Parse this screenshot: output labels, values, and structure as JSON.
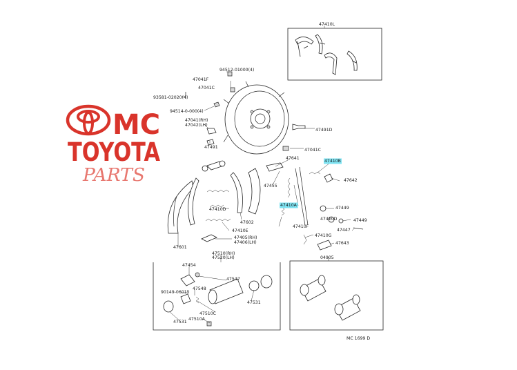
{
  "watermark": {
    "brand_initials": "MC",
    "brand_name": "TOYOTA",
    "tagline": "PARTS",
    "logo_color": "#d9342b",
    "tagline_color": "#e8776f"
  },
  "highlight_color": "#7fe3f2",
  "diagram_code": "MC 1699 D",
  "parts": [
    {
      "id": "p-47410l",
      "text": "47410L",
      "hl": false
    },
    {
      "id": "p-94512",
      "text": "94512-01000(4)",
      "hl": false
    },
    {
      "id": "p-47041f",
      "text": "47041F",
      "hl": false
    },
    {
      "id": "p-47041c-a",
      "text": "47041C",
      "hl": false
    },
    {
      "id": "p-93581",
      "text": "93581-02020(4)",
      "hl": false
    },
    {
      "id": "p-94514",
      "text": "94514-0-000(4)",
      "hl": false
    },
    {
      "id": "p-47041rh",
      "text": "47041(RH)",
      "hl": false
    },
    {
      "id": "p-47042lh",
      "text": "47042(LH)",
      "hl": false
    },
    {
      "id": "p-47491",
      "text": "47491",
      "hl": false
    },
    {
      "id": "p-47491d",
      "text": "47491D",
      "hl": false
    },
    {
      "id": "p-47041c-b",
      "text": "47041C",
      "hl": false
    },
    {
      "id": "p-47641",
      "text": "47641",
      "hl": false
    },
    {
      "id": "p-47410b",
      "text": "47410B",
      "hl": true
    },
    {
      "id": "p-47642",
      "text": "47642",
      "hl": false
    },
    {
      "id": "p-47455",
      "text": "47455",
      "hl": false
    },
    {
      "id": "p-47410a",
      "text": "47410A",
      "hl": true
    },
    {
      "id": "p-47449-a",
      "text": "47449",
      "hl": false
    },
    {
      "id": "p-47410d-r",
      "text": "47410D",
      "hl": false
    },
    {
      "id": "p-47449-b",
      "text": "47449",
      "hl": false
    },
    {
      "id": "p-47410f",
      "text": "47410F",
      "hl": false
    },
    {
      "id": "p-47447",
      "text": "47447",
      "hl": false
    },
    {
      "id": "p-47410g",
      "text": "47410G",
      "hl": false
    },
    {
      "id": "p-47643",
      "text": "47643",
      "hl": false
    },
    {
      "id": "p-47410d-l",
      "text": "47410D",
      "hl": false
    },
    {
      "id": "p-47602",
      "text": "47602",
      "hl": false
    },
    {
      "id": "p-47410e",
      "text": "47410E",
      "hl": false
    },
    {
      "id": "p-47405",
      "text": "47405(RH)",
      "hl": false
    },
    {
      "id": "p-47406",
      "text": "47406(LH)",
      "hl": false
    },
    {
      "id": "p-47601",
      "text": "47601",
      "hl": false
    },
    {
      "id": "p-47510",
      "text": "47510(RH)",
      "hl": false
    },
    {
      "id": "p-47520",
      "text": "47520(LH)",
      "hl": false
    },
    {
      "id": "p-04905",
      "text": "04905",
      "hl": false
    },
    {
      "id": "p-47454",
      "text": "47454",
      "hl": false
    },
    {
      "id": "p-47547",
      "text": "47547",
      "hl": false
    },
    {
      "id": "p-90149",
      "text": "90149-06015",
      "hl": false
    },
    {
      "id": "p-47548",
      "text": "47548",
      "hl": false
    },
    {
      "id": "p-47531-r",
      "text": "47531",
      "hl": false
    },
    {
      "id": "p-47510c",
      "text": "47510C",
      "hl": false
    },
    {
      "id": "p-47531-l",
      "text": "47531",
      "hl": false
    },
    {
      "id": "p-47510a",
      "text": "47510A",
      "hl": false
    }
  ]
}
